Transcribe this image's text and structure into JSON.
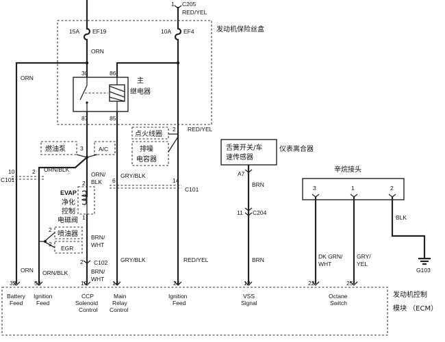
{
  "connectors": {
    "c205_pin": "1",
    "c205": "C205",
    "c101_pin_left": "10",
    "c101_left": "C101",
    "c101_pin_right": "14",
    "c101_right": "C101",
    "c204_pin": "11",
    "c204": "C204",
    "c102_pin": "2",
    "c102": "C102",
    "g103": "G103"
  },
  "fuse_box": {
    "title": "发动机保险丝盒",
    "fuse1_rating": "15A",
    "fuse1_name": "EF19",
    "fuse2_rating": "10A",
    "fuse2_name": "EF4"
  },
  "relay": {
    "label_line1": "主",
    "label_line2": "继电器",
    "pin30": "30",
    "pin86": "86",
    "pin87": "87",
    "pin85": "85"
  },
  "wires": {
    "red_yel_top": "RED/YEL",
    "orn_fuse": "ORN",
    "orn_left": "ORN",
    "orn_blk_left": "ORN/BLK",
    "orn_blk_mid_1": "ORN/",
    "orn_blk_mid_2": "BLK",
    "gry_blk_upper": "GRY/BLK",
    "red_yel_right": "RED/YEL",
    "brn_upper": "BRN",
    "brn_lower": "BRN",
    "brn_wht_1a": "BRN/",
    "brn_wht_1b": "WHT",
    "brn_wht_2a": "BRN/",
    "brn_wht_2b": "WHT",
    "orn_bottom": "ORN",
    "orn_blk_bottom": "ORN/BLK",
    "gry_blk_bottom": "GRY/BLK",
    "red_yel_bottom": "RED/YEL",
    "dk_grn_wht_1": "DK GRN/",
    "dk_grn_wht_2": "WHT",
    "gry_yel_1": "GRY/",
    "gry_yel_2": "YEL",
    "blk": "BLK"
  },
  "components": {
    "fuel_pump": "燃油泵",
    "ac": "A/C",
    "ignition_coil": "点火线圈",
    "noise_cap_1": "排噪",
    "noise_cap_2": "电容器",
    "evap_title": "EVAP",
    "evap_1": "净化",
    "evap_2": "控制",
    "evap_3": "电磁阀",
    "injector": "喷油器",
    "egr": "EGR",
    "vss_1": "舌簧开关/车",
    "vss_2": "速传感器",
    "cluster": "仪表离合器",
    "octane": "辛烷接头"
  },
  "pins": {
    "fuel_pump_pin": "3",
    "coil_pin": "2",
    "left_pin2": "2",
    "orn_blk_pin": "2",
    "evap_pin_top": "2",
    "evap_pin_bot": "1",
    "injector_pin": "2",
    "egr_pin": "2",
    "gry_blk_pin": "6",
    "vss_pin": "A7",
    "oct3": "3",
    "oct1": "1",
    "oct2": "2"
  },
  "ecm": {
    "title_1": "发动机控制",
    "title_2": "模块 （ECM）",
    "p32": "32",
    "t32a": "Battery",
    "t32b": "Feed",
    "p52": "52",
    "t52a": "Ignition",
    "t52b": "Feed",
    "p10": "10",
    "t10a": "CCP",
    "t10b": "Solenoid",
    "t10c": "Control",
    "p14": "14",
    "t14a": "Main",
    "t14b": "Relay",
    "t14c": "Control",
    "p24": "24",
    "t24a": "Ignition",
    "t24b": "Feed",
    "p12": "12",
    "t12a": "VSS",
    "t12b": "Signal",
    "p22": "22",
    "p25": "25",
    "toa": "Octane",
    "tob": "Switch"
  }
}
